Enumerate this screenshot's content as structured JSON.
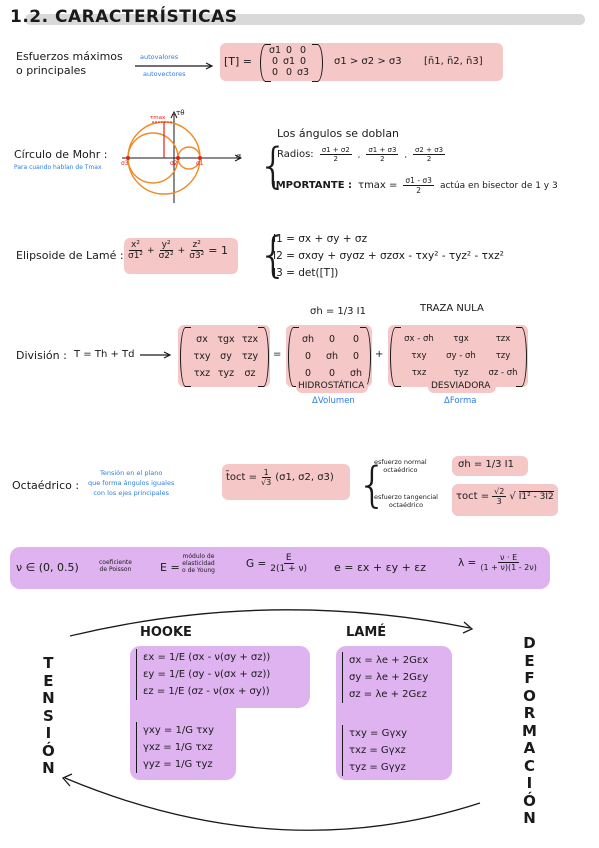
{
  "title": "1.2. CARACTERÍSTICAS",
  "principales": {
    "label_line1": "Esfuerzos máximos",
    "label_line2": "o principales",
    "arrow_top": "autovalores",
    "arrow_bottom": "autovectores",
    "lhs": "[T] =",
    "matrix": [
      "σ1",
      "0",
      "0",
      "0",
      "σ1",
      "0",
      "0",
      "0",
      "σ3"
    ],
    "order": "σ1 > σ2 > σ3",
    "vectors": "[n̄1, n̄2, n̄3]"
  },
  "mohr": {
    "label": "Círculo de Mohr :",
    "sublabel": "Para cuando hablan de Tmax",
    "axis_tau": "τθ",
    "axis_sigma": "σ",
    "tau_max_label": "τmax",
    "s3": "σ3",
    "s2": "σ2",
    "s1": "σ1",
    "notes": {
      "line1": "Los ángulos se doblan",
      "radios_label": "Radios:",
      "radios": [
        "σ1 + σ2",
        "σ1 + σ3",
        "σ2 + σ3"
      ],
      "radios_den": "2",
      "importante": "IMPORTANTE :",
      "tmax_lhs": "τmax =",
      "tmax_num": "σ1 - σ3",
      "tmax_den": "2",
      "tmax_note": "actúa en bisector de 1 y 3"
    }
  },
  "lame_ellipsoid": {
    "label": "Elipsoide de Lamé :",
    "terms": [
      "x²",
      "y²",
      "z²"
    ],
    "dens": [
      "σ1²",
      "σ2²",
      "σ3²"
    ],
    "rhs": "= 1",
    "inv": [
      "I1 = σx + σy + σz",
      "I2 = σxσy + σyσz + σzσx - τxy² - τyz² - τxz²",
      "I3 = det([T])"
    ]
  },
  "division": {
    "label": "División :",
    "expr": "T = Th + Td",
    "sigma_h": "σh = 1/3 I1",
    "traza_nula": "TRAZA NULA",
    "T": [
      "σx",
      "τgx",
      "τzx",
      "τxy",
      "σy",
      "τzy",
      "τxz",
      "τyz",
      "σz"
    ],
    "H": [
      "σh",
      "0",
      "0",
      "0",
      "σh",
      "0",
      "0",
      "0",
      "σh"
    ],
    "D": [
      "σx - σh",
      "τgx",
      "τzx",
      "τxy",
      "σy - σh",
      "τzy",
      "τxz",
      "τyz",
      "σz - σh"
    ],
    "hidro": "HIDROSTÁTICA",
    "hidro_sub": "ΔVolumen",
    "desv": "DESVIADORA",
    "desv_sub": "ΔForma"
  },
  "octaedrico": {
    "label": "Octaédrico :",
    "note": [
      "Tensión en el plano",
      "que forma ángulos iguales",
      "con los ejes principales"
    ],
    "t_lhs": "t̄oct =",
    "t_frac_num": "1",
    "t_frac_den": "√3",
    "t_vec": "(σ1, σ2, σ3)",
    "normal_label": [
      "esfuerzo normal",
      "octaédrico"
    ],
    "normal_eq": "σh = 1/3 I1",
    "tang_label": [
      "esfuerzo tangencial",
      "octaédrico"
    ],
    "tang_lhs": "τoct =",
    "tang_num": "√2",
    "tang_den": "3",
    "tang_root": "I1² - 3I2"
  },
  "constants": {
    "nu": "ν ∈ (0, 0.5)",
    "nu_note": [
      "coeficiente",
      "de Poisson"
    ],
    "E": "E =",
    "E_note": [
      "módulo de",
      "elasticidad",
      "o de Young"
    ],
    "G_lhs": "G =",
    "G_num": "E",
    "G_den": "2(1 + ν)",
    "e_eq": "e = εx + εy + εz",
    "lambda_lhs": "λ =",
    "lambda_num": "ν · E",
    "lambda_den": "(1 + ν)(1 - 2ν)"
  },
  "laws": {
    "hooke": "HOOKE",
    "lame": "LAMÉ",
    "left_vertical": [
      "T",
      "E",
      "N",
      "S",
      "I",
      "Ó",
      "N"
    ],
    "right_vertical": [
      "D",
      "E",
      "F",
      "O",
      "R",
      "M",
      "A",
      "C",
      "I",
      "Ó",
      "N"
    ],
    "hooke_eps": [
      "εx = 1/E (σx - ν(σy + σz))",
      "εy = 1/E (σy - ν(σx + σz))",
      "εz = 1/E (σz - ν(σx + σy))"
    ],
    "hooke_gam": [
      "γxy = 1/G τxy",
      "γxz = 1/G τxz",
      "γyz = 1/G τyz"
    ],
    "lame_sig": [
      "σx = λe + 2Gεx",
      "σy = λe + 2Gεy",
      "σz = λe + 2Gεz"
    ],
    "lame_tau": [
      "τxy = Gγxy",
      "τxz = Gγxz",
      "τyz = Gγyz"
    ]
  }
}
